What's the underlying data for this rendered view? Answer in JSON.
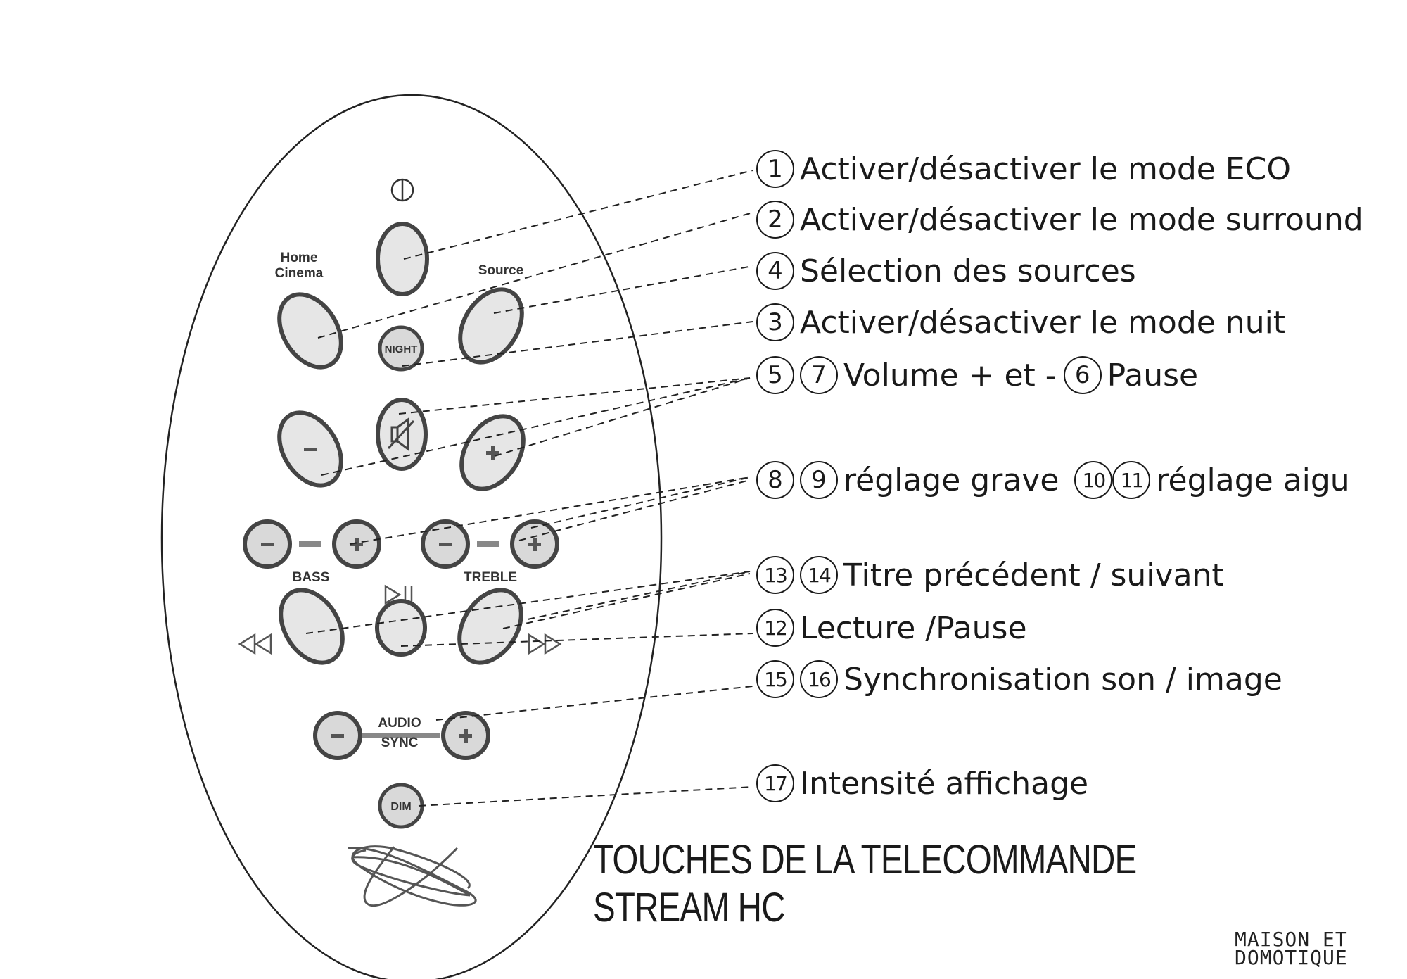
{
  "remote": {
    "buttons": {
      "home_cinema_label_line1": "Home",
      "home_cinema_label_line2": "Cinema",
      "source_label": "Source",
      "night_label": "NIGHT",
      "bass_label": "BASS",
      "treble_label": "TREBLE",
      "audio_sync_label_line1": "AUDIO",
      "audio_sync_label_line2": "SYNC",
      "dim_label": "DIM"
    }
  },
  "legend": [
    {
      "nums": [
        "1"
      ],
      "text": "Activer/désactiver le mode ECO"
    },
    {
      "nums": [
        "2"
      ],
      "text": "Activer/désactiver le mode surround"
    },
    {
      "nums": [
        "4"
      ],
      "text": "Sélection des sources"
    },
    {
      "nums": [
        "3"
      ],
      "text": "Activer/désactiver le mode nuit"
    },
    {
      "nums": [
        "5",
        "7"
      ],
      "text": "Volume + et -",
      "nums2": [
        "6"
      ],
      "text2": "Pause"
    },
    {
      "nums": [
        "8",
        "9"
      ],
      "text": "réglage grave",
      "nums2": [
        "10",
        "11"
      ],
      "text2": "réglage aigu"
    },
    {
      "nums": [
        "13",
        "14"
      ],
      "text": "Titre précédent / suivant"
    },
    {
      "nums": [
        "12"
      ],
      "text": "Lecture /Pause"
    },
    {
      "nums": [
        "15",
        "16"
      ],
      "text": "Synchronisation son / image"
    },
    {
      "nums": [
        "17"
      ],
      "text": "Intensité affichage"
    }
  ],
  "caption": {
    "line1": "TOUCHES DE LA TELECOMMANDE",
    "line2": "STREAM HC"
  },
  "brand": {
    "line1": "MAISON ET",
    "line2": "DOMOTIQUE"
  },
  "colors": {
    "ink": "#1a1a1a",
    "button_fill": "#d9d9d9",
    "button_stroke": "#555555"
  }
}
